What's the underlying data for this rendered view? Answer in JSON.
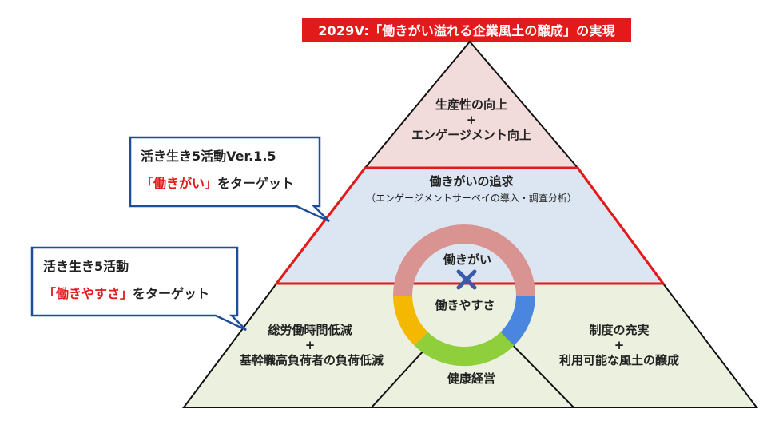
{
  "banner": "2029V:「働きがい溢れる企業風土の醸成」の実現",
  "tiers": {
    "top": {
      "line1": "生産性の向上",
      "plus": "+",
      "line2": "エンゲージメント向上"
    },
    "middle": {
      "title": "働きがいの追求",
      "subtitle": "（エンゲージメントサーベイの導入・調査分析）"
    },
    "bottom_left": {
      "line1": "総労働時間低減",
      "plus": "+",
      "line2": "基幹職高負荷者の負荷低減"
    },
    "bottom_center": {
      "label": "健康経営"
    },
    "bottom_right": {
      "line1": "制度の充実",
      "plus": "+",
      "line2": "利用可能な風土の醸成"
    }
  },
  "ring": {
    "top_label": "働きがい",
    "bottom_label": "働きやすさ"
  },
  "callouts": {
    "upper": {
      "line1": "活き生き5活動Ver.1.5",
      "line2_quote": "「働きがい」",
      "line2_rest": "をターゲット"
    },
    "lower": {
      "line1": "活き生き5活動",
      "line2_quote": "「働きやすさ」",
      "line2_rest": "をターゲット"
    }
  },
  "colors": {
    "banner": "#e21a1a",
    "top_fill": "#f2dcdb",
    "middle_fill": "#dce6f2",
    "bottom_fill": "#ebf1de",
    "red_border": "#e21a1a",
    "callout_border": "#1f4e99",
    "ring_pink": "#d99391",
    "ring_blue": "#4a86e0",
    "ring_green": "#8fcf3c",
    "ring_yellow": "#f5b800",
    "cross": "#3a5ba8"
  }
}
